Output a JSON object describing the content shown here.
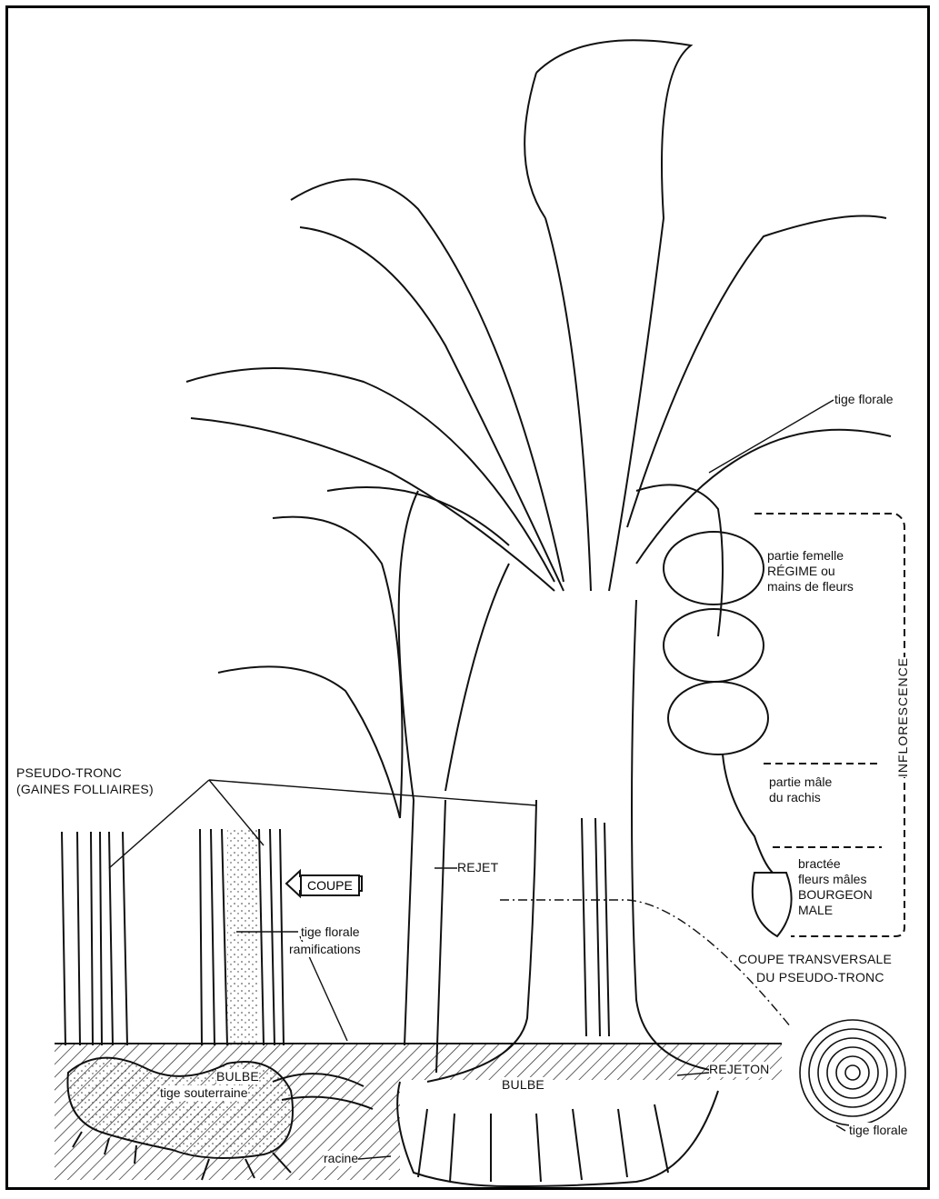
{
  "labels": {
    "tige_florale_top": "tige florale",
    "partie_femelle": [
      "partie femelle",
      "RÉGIME ou",
      "mains de fleurs"
    ],
    "inflorescence": "INFLORESCENCE",
    "partie_male": [
      "partie mâle",
      "du rachis"
    ],
    "bractee": [
      "bractée",
      "fleurs mâles",
      "BOURGEON",
      "MALE"
    ],
    "coupe_transversale": [
      "COUPE TRANSVERSALE",
      "DU PSEUDO-TRONC"
    ],
    "pseudo_tronc": [
      "PSEUDO-TRONC",
      "(GAINES FOLLIAIRES)"
    ],
    "coupe": "COUPE",
    "rejet": "REJET",
    "tige_florale_mid": "tige florale",
    "ramifications": "ramifications",
    "bulbe_left": "BULBE",
    "tige_souterraine": "tige souterraine",
    "racine": "racine",
    "bulbe_center": "BULBE",
    "rejeton": "REJETON",
    "tige_florale_bottom": "tige florale"
  },
  "colors": {
    "ink": "#111111",
    "background": "#ffffff"
  }
}
